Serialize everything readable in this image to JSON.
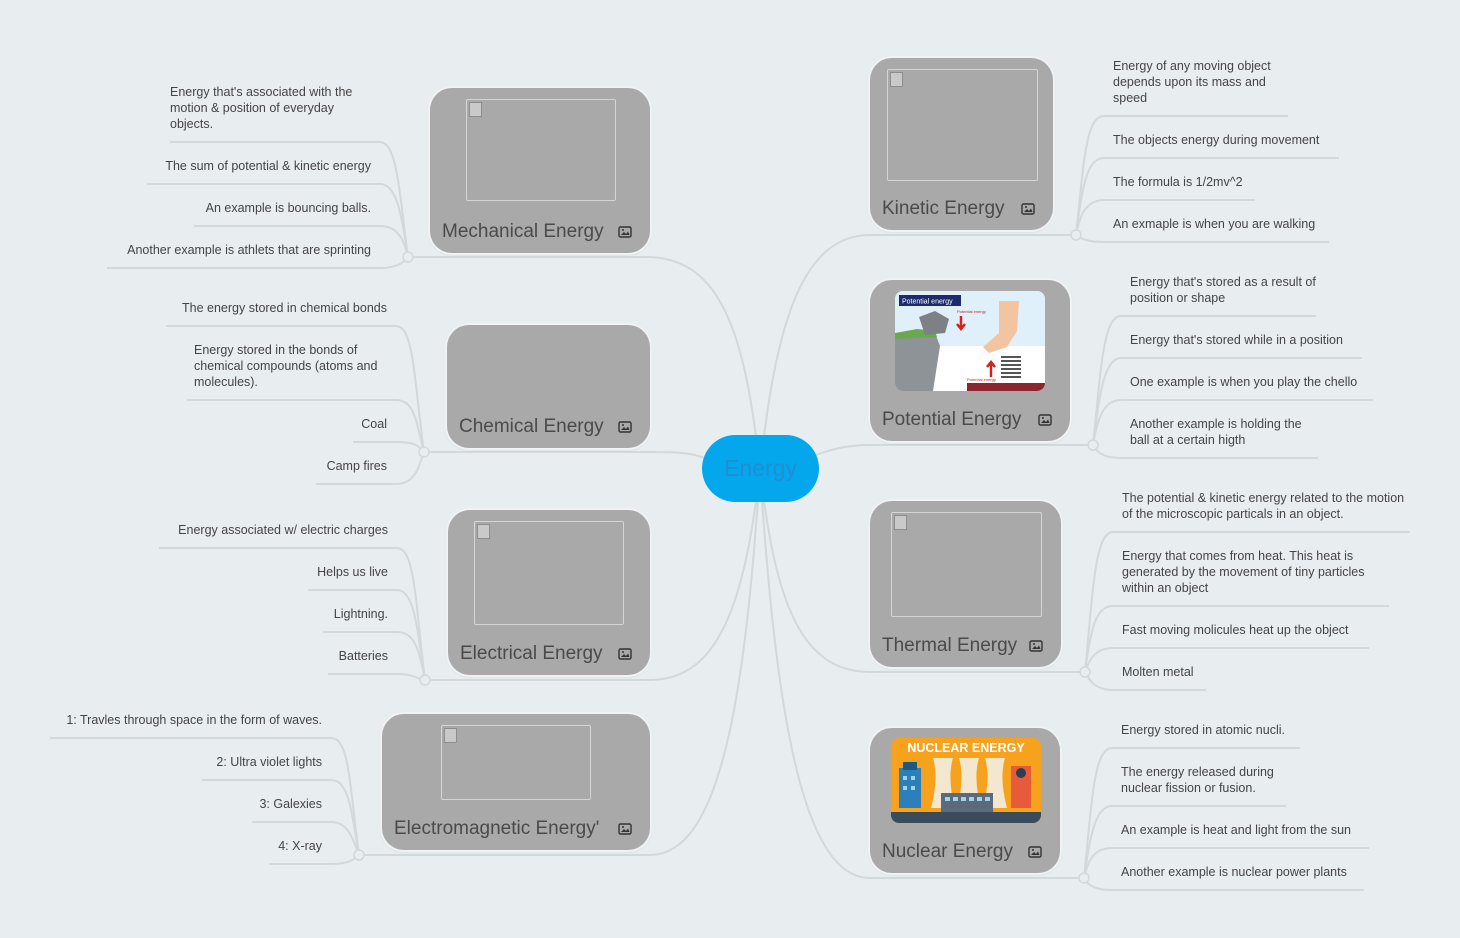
{
  "center": {
    "label": "Energy"
  },
  "topics": {
    "mechanical": {
      "title": "Mechanical Energy",
      "notes": [
        "Energy that's associated with the motion & position of everyday objects.",
        "The sum of potential & kinetic energy",
        "An example is bouncing balls.",
        "Another example is athlets that are sprinting"
      ]
    },
    "chemical": {
      "title": "Chemical Energy",
      "notes": [
        "The energy stored in chemical bonds",
        "Energy stored in the bonds of chemical compounds (atoms and molecules).",
        "Coal",
        "Camp fires"
      ]
    },
    "electrical": {
      "title": "Electrical Energy",
      "notes": [
        "Energy associated w/ electric charges",
        "Helps us live",
        "Lightning.",
        "Batteries"
      ]
    },
    "electromagnetic": {
      "title": "Electromagnetic Energy'",
      "notes": [
        "1: Travles through space in the form of waves.",
        "2: Ultra violet lights",
        "3: Galexies",
        "4: X-ray"
      ]
    },
    "kinetic": {
      "title": "Kinetic Energy",
      "notes": [
        "Energy of any moving object depends upon its mass and speed",
        "The objects energy during movement",
        "The formula is 1/2mv^2",
        "An exmaple is when you are walking"
      ]
    },
    "potential": {
      "title": "Potential Energy",
      "image_caption": "Potential energy",
      "image_arrow_top": "Potential energy",
      "image_arrow_bottom": "Potential energy",
      "notes": [
        "Energy that's stored as a result of position or shape",
        "Energy that's stored while in a position",
        "One example is when you play the chello",
        "Another example is holding the ball at a certain higth"
      ]
    },
    "thermal": {
      "title": "Thermal Energy",
      "notes": [
        "The potential & kinetic energy related to the motion of the microscopic particals in an object.",
        "Energy that comes from heat. This heat is generated by the movement of tiny particles within an object",
        "Fast moving molicules heat up the object",
        "Molten metal"
      ]
    },
    "nuclear": {
      "title": "Nuclear Energy",
      "image_caption": "NUCLEAR ENERGY",
      "notes": [
        "Energy stored in atomic nucli.",
        "The energy released during nuclear fission or fusion.",
        "An example is heat and light from the sun",
        "Another example is nuclear power plants"
      ]
    }
  },
  "colors": {
    "background": "#e8edf0",
    "center_fill": "#04a6ec",
    "center_text": "#1f8fd4",
    "topic_fill": "#a9a9a9",
    "connector": "#d3d8db",
    "nuclear_banner": "#f6a21c"
  },
  "icons": {
    "topic_image_badge": "image-icon"
  }
}
